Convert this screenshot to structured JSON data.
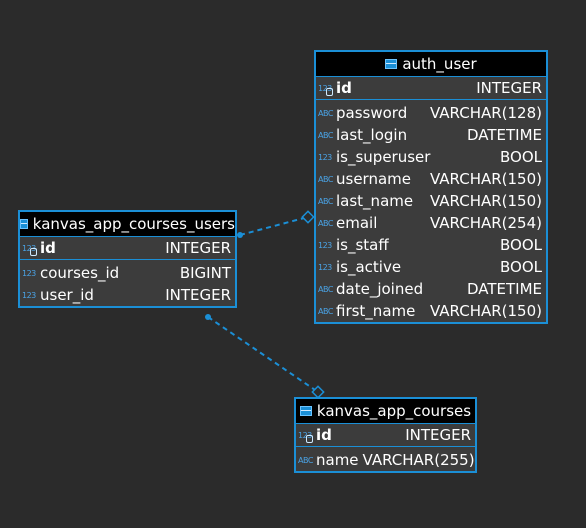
{
  "entities": {
    "auth_user": {
      "title": "auth_user",
      "pk": {
        "badge": "123",
        "name": "id",
        "type": "INTEGER"
      },
      "columns": [
        {
          "badge": "ABC",
          "name": "password",
          "type": "VARCHAR(128)"
        },
        {
          "badge": "ABC",
          "name": "last_login",
          "type": "DATETIME"
        },
        {
          "badge": "123",
          "name": "is_superuser",
          "type": "BOOL"
        },
        {
          "badge": "ABC",
          "name": "username",
          "type": "VARCHAR(150)"
        },
        {
          "badge": "ABC",
          "name": "last_name",
          "type": "VARCHAR(150)"
        },
        {
          "badge": "ABC",
          "name": "email",
          "type": "VARCHAR(254)"
        },
        {
          "badge": "123",
          "name": "is_staff",
          "type": "BOOL"
        },
        {
          "badge": "123",
          "name": "is_active",
          "type": "BOOL"
        },
        {
          "badge": "ABC",
          "name": "date_joined",
          "type": "DATETIME"
        },
        {
          "badge": "ABC",
          "name": "first_name",
          "type": "VARCHAR(150)"
        }
      ]
    },
    "kanvas_app_courses_users": {
      "title": "kanvas_app_courses_users",
      "pk": {
        "badge": "123",
        "name": "id",
        "type": "INTEGER"
      },
      "columns": [
        {
          "badge": "123",
          "name": "courses_id",
          "type": "BIGINT"
        },
        {
          "badge": "123",
          "name": "user_id",
          "type": "INTEGER"
        }
      ]
    },
    "kanvas_app_courses": {
      "title": "kanvas_app_courses",
      "pk": {
        "badge": "123",
        "name": "id",
        "type": "INTEGER"
      },
      "columns": [
        {
          "badge": "ABC",
          "name": "name",
          "type": "VARCHAR(255)"
        }
      ]
    }
  },
  "colors": {
    "background": "#2b2b2b",
    "entity_border": "#1b8fd6",
    "header_bg": "#000000",
    "body_bg": "#3c3c3c",
    "link": "#1b8fd6"
  }
}
